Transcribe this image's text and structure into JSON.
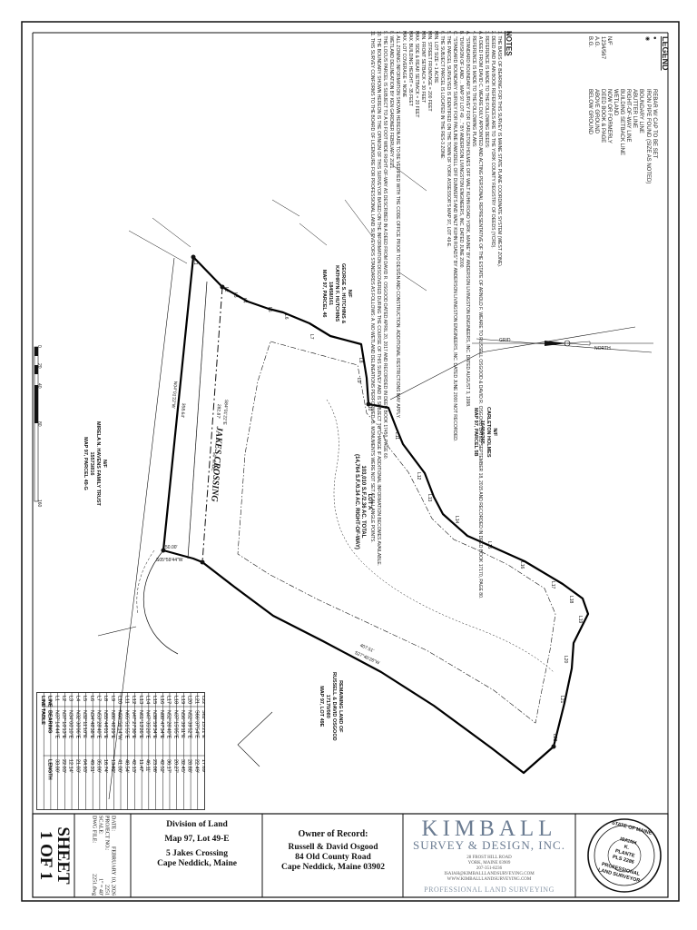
{
  "legend": {
    "title": "LEGEND",
    "items": [
      {
        "sym": "●",
        "label": "REBAR W/ CAP TO BE SET"
      },
      {
        "sym": "◉",
        "label": "IRON PIPE FOUND (SIZE AS NOTED)"
      },
      {
        "sym": "",
        "label": "BOUNDARY LINE"
      },
      {
        "sym": "",
        "label": "ABUTTER LINE"
      },
      {
        "sym": "",
        "label": "RIGHT-OF-WAY LINE"
      },
      {
        "sym": "",
        "label": "BUILDING SETBACK LINE"
      },
      {
        "sym": "",
        "label": "WETLAND"
      },
      {
        "sym": "N/F",
        "label": "NOW OR FORMERLY"
      },
      {
        "sym": "1234/567",
        "label": "DEED BOOK & PAGE"
      },
      {
        "sym": "A.G.",
        "label": "ABOVE GROUND"
      },
      {
        "sym": "B.G.",
        "label": "BELOW GROUND"
      }
    ]
  },
  "notes": {
    "title": "NOTES",
    "items": [
      "1.  THE BASIS OF BEARING FOR THIS SURVEY IS MAINE STATE PLANE COORDINATE SYSTEM (WEST ZONE).",
      "2.  DEED AND PLAN BOOK REFERENCES ARE TO THE YORK COUNTY REGISTRY OF DEEDS (YCRD).",
      "3.  REFERENCE IS MADE TO THE FOLLOWING DEEDS:",
      "    A. A DEED FROM DAVID C. WEARE DULY APPOINTED AND ACTING PERSONAL REPRESENTATIVE OF THE ESTATE OF ARNOLD F. WEARE TO RUSSELL OSGOOD & DAVID R. OSGOOD DATED SEPTEMBER 18, 2015 AND RECORDED IN DEED BOOK 17170, PAGE 80.",
      "4.  REFERENCE IS MADE TO THE FOLLOWING PLANS:",
      "    A. \"STANDARD BOUNDARY SURVEY FOR CARLETON HOLMES OFF WALT KUHN ROAD YORK, MAINE\" BY ANDERSON LIVINGSTON ENGINEERS, INC. DATED AUGUST 3, 1998.",
      "    B. \"DIVISION OF LAND ... MAP 97 LOT 49 ...\" BY ANDERSON LIVINGSTON ENGINEERS, INC. DATED JUNE 2000.",
      "    C. \"STANDARD BOUNDARY SURVEY FOR PAULINE RAMSDELL OFF DUMMER'S AND WALT KUHN ROADS\" BY ANDERSON LIVINGSTON ENGINEERS, INC. DATED JUNE 2000 NOT RECORDED.",
      "5.  THE PARCEL SURVEYED IS IDENTIFIED ON THE TOWN OF YORK ASSESSOR'S MAP 97, LOT 49-E.",
      "6.  THE SUBJECT PARCEL IS LOCATED IN THE RES-3 ZONE:",
      "    MIN. LOT SIZE = 1 ACRE",
      "    MIN. STREET FRONTAGE = 200 FEET",
      "    MIN. FRONT SETBACK = 30 FEET",
      "    MAX. SIDE & REAR SETBACK = 20 FEET",
      "    MAX. BUILDING HEIGHT = 35 FEET",
      "    MAX. LOT COVERAGE = NONE",
      "7.  ALL ZONING INFORMATION SHOWN HEREON ARE TO BE VERIFIED WITH THE CODE OFFICE PRIOR TO DESIGN AND CONSTRUCTION. ADDITIONAL RESTRICTIONS MAY APPLY.",
      "8.  WETLAND DELINEATION BY KEN GARDNER FEBRUARY 2021.",
      "9.  THE LOCUS PARCEL IS SUBJECT TO A 50 FOOT WIDE RIGHT-OF-WAY AS DESCRIBED IN A DEED FROM DAVID R. OSGOOD DATED APRIL 20, 2017 AND RECORDED IN DEED BOOK 17450, PAGE 60.",
      "10. THE BOUNDARY SHOWN HEREON IS THE OPINION OF THIS SURVEYOR BASED ON THE INFORMATION DISCOVERED DURING THE COURSE OF THIS SURVEY AND IS SUBJECT TO CHANGE IF ADDITIONAL INFORMATION BECOMES AVAILABLE.",
      "11. THIS SURVEY CONFORMS TO THE BOARD OF LICENSURE FOR PROFESSIONAL LAND SURVEYORS STANDARDS AS FOLLOWS: A. NO WETLAND DELINEATIONS PERFORMED. B. MONUMENTS WERE NOT SET AT ALL ANGLE POINTS."
    ]
  },
  "north_arrow": {
    "grid_label": "GRID",
    "north_label": "NORTH"
  },
  "scale_bar": {
    "ticks": [
      "0",
      "20",
      "40",
      "80",
      "160"
    ]
  },
  "parcels": {
    "abutter_top": [
      "N/F",
      "GEORGE S. HUTCHINS &",
      "KATHRYN F. HUTCHINS",
      "18458/161",
      "MAP 97, PARCEL 46"
    ],
    "abutter_right": [
      "N/F",
      "CARLETON HOLMES",
      "16484/365",
      "MAP 97, PARCEL 5B"
    ],
    "abutter_left": [
      "N/F",
      "MIRELA N. HAVENS FAMILY TRUST",
      "15573/816",
      "MAP 97, PARCEL 49-G"
    ],
    "remaining": [
      "REMAINING LAND OF",
      "RUSSELL & DAVID OSGOOD",
      "17170/080",
      "MAP 97, LOT 49E"
    ],
    "lot": [
      "LOT A",
      "103,010 S.F./2.36 AC. TOTAL",
      "(14,764 S.F./0.34 AC. RIGHT-OF-WAY)"
    ],
    "road": "JAKES CROSSING",
    "row_width": "50' WIDE",
    "bearings": {
      "left_long": "N04°01'22\"W",
      "left_long_len": "358.64'",
      "row_inner": "S84°01'22\"E",
      "row_inner_len": "282.87'",
      "bottom_short": "50.00'",
      "bottom_short_bearing": "S05°59'44\"W",
      "bottom_long": "S27°40'26\"W",
      "bottom_long_len": "407.51'"
    },
    "segment_labels": [
      "L1",
      "L2",
      "L3",
      "L4",
      "L5",
      "L6",
      "L7",
      "L8",
      "L9",
      "L10",
      "L11",
      "L12",
      "L13",
      "L14",
      "L15",
      "L16",
      "L17",
      "L18",
      "L19",
      "L20",
      "L21",
      "L22"
    ]
  },
  "line_table": {
    "title": "LINE TABLE",
    "headers": [
      "LINE",
      "BEARING",
      "LENGTH"
    ],
    "rows": [
      [
        "L1",
        "N37°14'44\"E",
        "33.00'"
      ],
      [
        "L2",
        "N37°10'13\"E",
        "22.03'"
      ],
      [
        "L3",
        "N34°00'10\"E",
        "12.14'"
      ],
      [
        "L4",
        "N32°30'06\"E",
        "21.03'"
      ],
      [
        "L5",
        "N32°11'10\"E",
        "64.93'"
      ],
      [
        "L6",
        "N34°48'38\"E",
        "49.31'"
      ],
      [
        "L7",
        "N53°28'40\"E",
        "35.00'"
      ],
      [
        "L8",
        "N55°44'01\"E",
        "16.74'"
      ],
      [
        "L9",
        "N86°48'29\"E",
        "13.82'"
      ],
      [
        "L10",
        "N50°56'14\"W",
        "41.00'"
      ],
      [
        "L11",
        "N65°51'55\"E",
        "48.54'"
      ],
      [
        "L12",
        "N47°27'30\"E",
        "42.13'"
      ],
      [
        "L13",
        "N61°13'26\"E",
        "11.47'"
      ],
      [
        "L14",
        "N47°35'20\"E",
        "46.11'"
      ],
      [
        "L15",
        "N38°59'34\"E",
        "23.08'"
      ],
      [
        "L16",
        "N88°47'34\"E",
        "42.52'"
      ],
      [
        "L17",
        "N52°26'40\"E",
        "36.17'"
      ],
      [
        "L18",
        "N37°15'05\"E",
        "20.27'"
      ],
      [
        "L19",
        "N56°39'11\"E",
        "32.45'"
      ],
      [
        "L20",
        "N52°39'52\"E",
        "28.88'"
      ],
      [
        "L21",
        "S66°37'54\"E",
        "22.49'"
      ],
      [
        "L22",
        "S62°15'21\"E",
        "17.69'"
      ]
    ]
  },
  "title_block": {
    "sheet_label": "SHEET",
    "sheet_value": "1 OF 1",
    "meta": [
      [
        "DATE:",
        "FEBRUARY 10, 2026"
      ],
      [
        "PROJECT NO.:",
        "2251"
      ],
      [
        "SCALE:",
        "1\" = 40'"
      ],
      [
        "DWG FILE:",
        "2251.dwg"
      ]
    ],
    "division": [
      "Division of Land",
      "Map 97, Lot 49-E",
      "5 Jakes Crossing",
      "Cape Neddick, Maine"
    ],
    "owner_heading": "Owner of Record:",
    "owner_lines": [
      "Russell & David Osgood",
      "84 Old County Road",
      "Cape Neddick, Maine 03902"
    ],
    "company": {
      "name": "KIMBALL",
      "sub": "SURVEY & DESIGN, INC.",
      "address": [
        "28 FROST HILL ROAD",
        "YORK, MAINE 03909",
        "207-351-8236"
      ],
      "contacts": [
        "ISAIAH@KIMBALLLANDSURVEYING.COM",
        "WWW.KIMBALLLANDSURVEYING.COM"
      ],
      "tagline": "PROFESSIONAL LAND SURVEYING"
    },
    "seal": [
      "STATE OF MAINE",
      "ISAIAH",
      "K.",
      "PLANTE",
      "PLS 2286",
      "PROFESSIONAL",
      "LAND SURVEYOR"
    ]
  }
}
